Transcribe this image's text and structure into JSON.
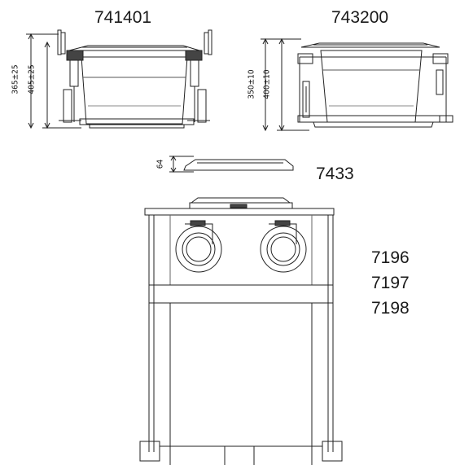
{
  "units": {
    "u741401": {
      "code": "741401",
      "dims": [
        "365±25",
        "405±25"
      ]
    },
    "u743200": {
      "code": "743200",
      "dims": [
        "350±10",
        "400±10"
      ]
    },
    "u7433": {
      "code": "7433",
      "dims": [
        "64"
      ]
    },
    "uMain": {
      "codes": [
        "7196",
        "7197",
        "7198"
      ]
    }
  }
}
